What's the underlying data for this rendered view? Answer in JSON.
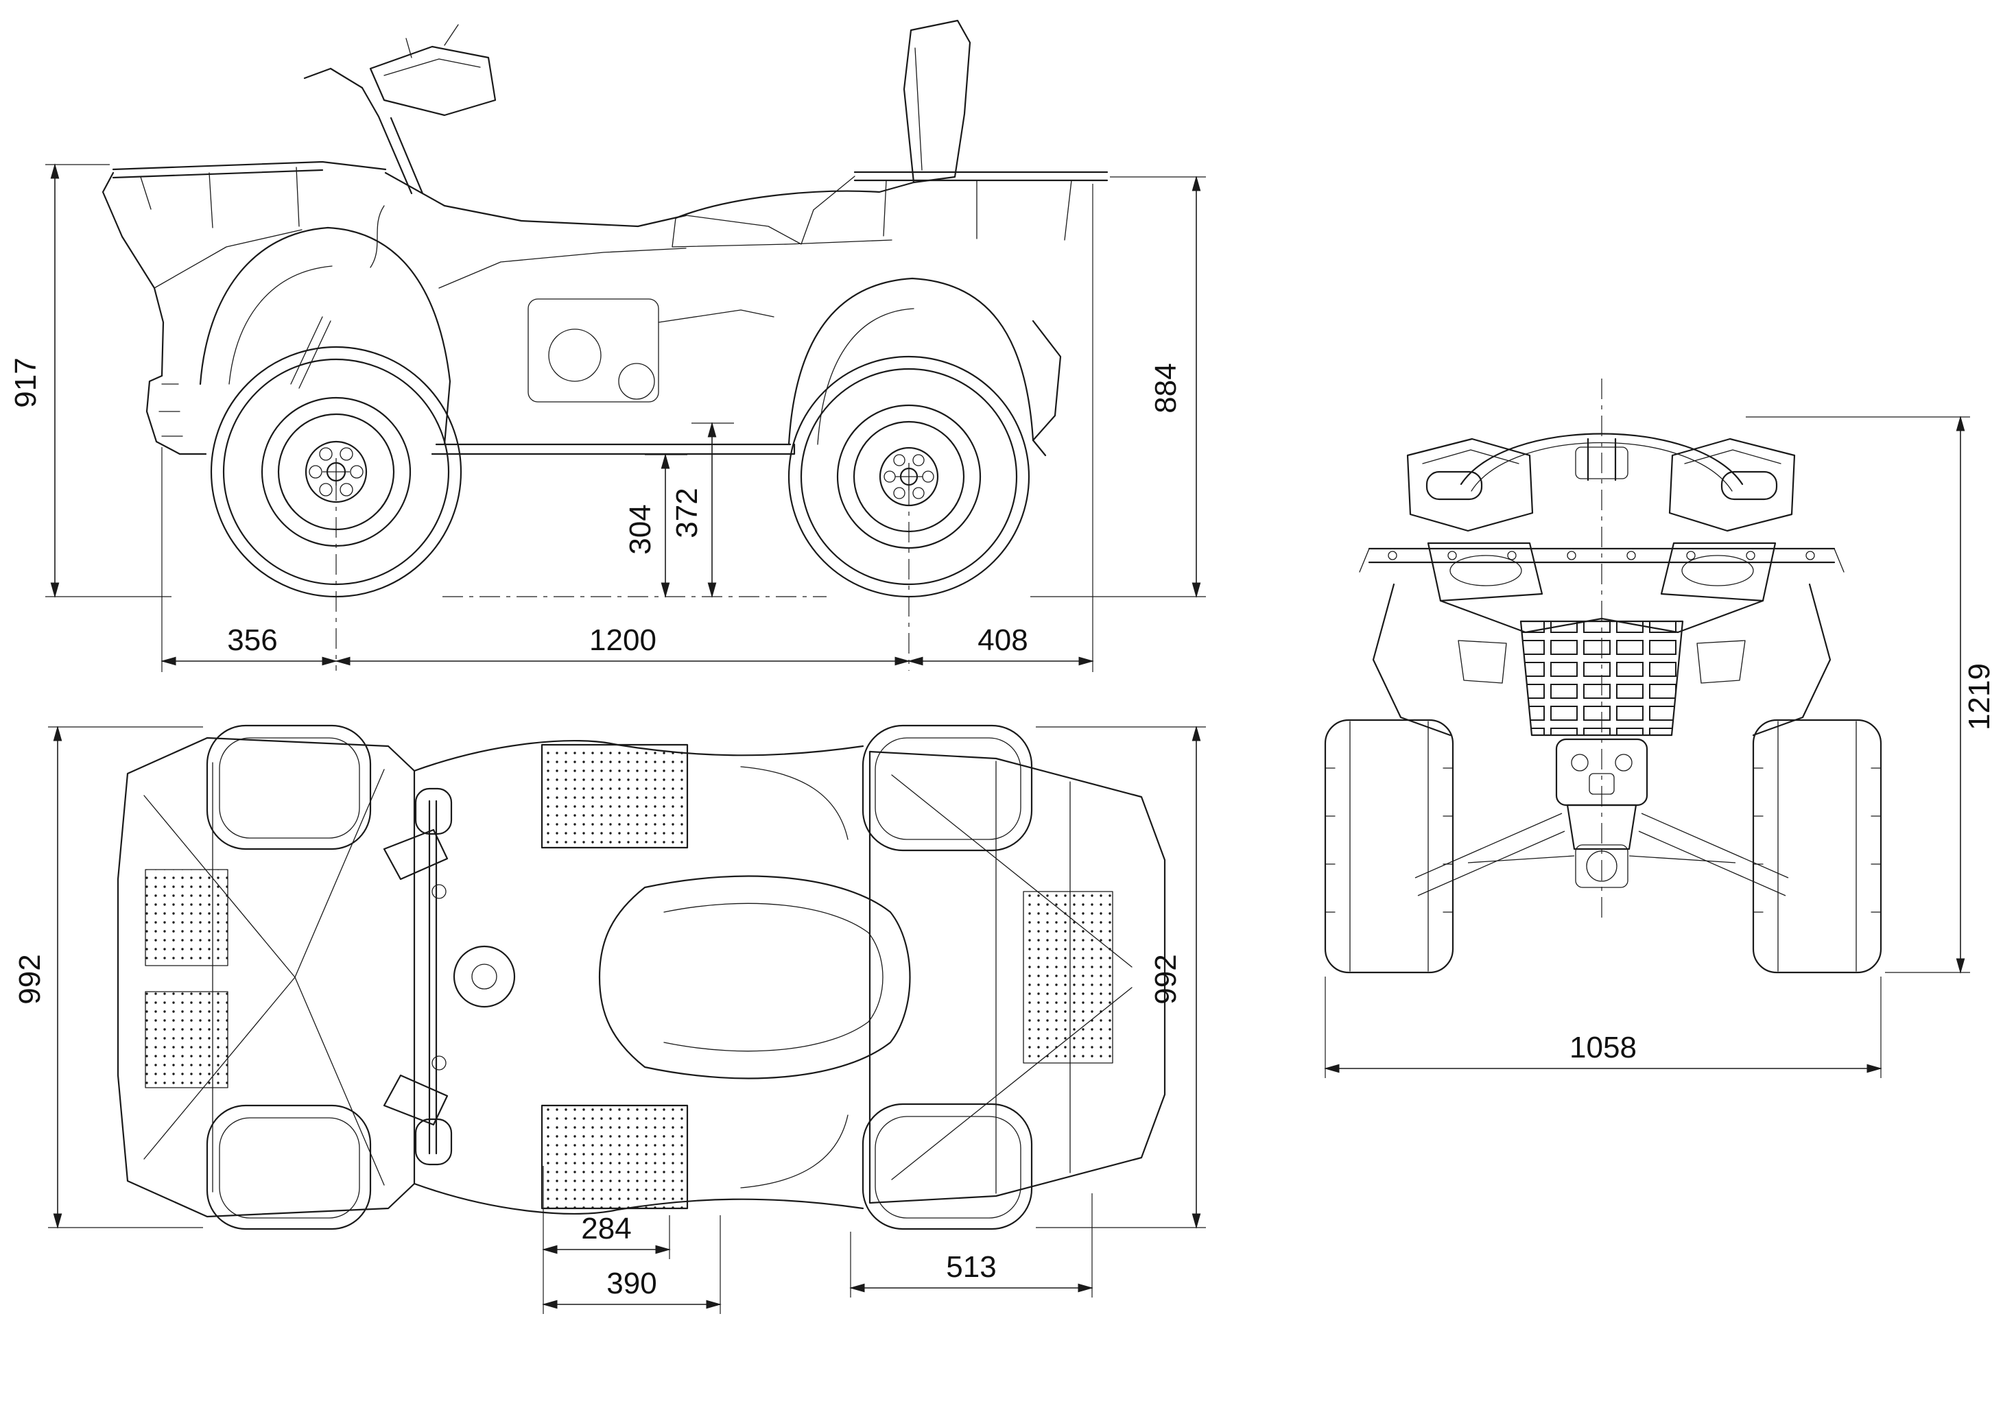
{
  "page": {
    "background": "#ffffff",
    "line_color": "#1a1a1a",
    "type": "technical blueprint, ATV three-view drawing with dimensions (mm)"
  },
  "views": {
    "side": {
      "dims": {
        "front_height": "917",
        "rear_height": "884",
        "clearance_a": "304",
        "clearance_b": "372",
        "front_overhang": "356",
        "wheelbase": "1200",
        "rear_overhang": "408"
      }
    },
    "top": {
      "dims": {
        "width_left": "992",
        "width_right": "992",
        "inner_width": "284",
        "outer_width": "390",
        "rack_length": "513"
      }
    },
    "front": {
      "dims": {
        "overall_height": "1219",
        "track_width": "1058"
      }
    }
  }
}
